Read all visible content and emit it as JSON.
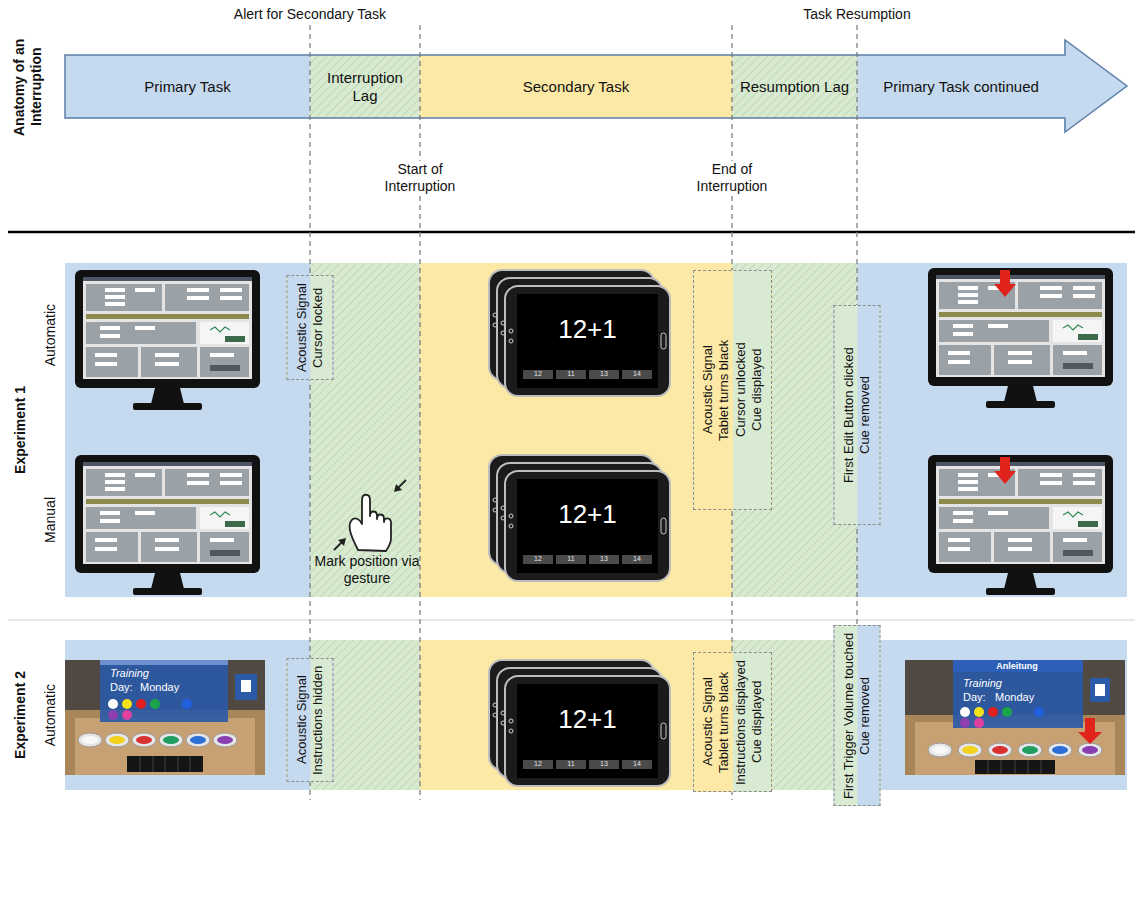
{
  "diagram": {
    "nodes": [
      {
        "text": [
          "Primary Task"
        ]
      },
      {
        "text": [
          "Interruption Lag"
        ]
      },
      {
        "text": [
          "Secondary Task"
        ]
      },
      {
        "text": [
          "Resumption Lag"
        ]
      },
      {
        "text": [
          "Primary Task continued"
        ]
      },
      {
        "text": [
          "Acoustic Signal",
          "Cursor locked"
        ]
      },
      {
        "text": [
          "Acoustic Signal",
          "Tablet turns black",
          "Cursor unlocked",
          "Cue displayed"
        ]
      },
      {
        "text": [
          "First Edit Button clicked",
          "Cue removed"
        ]
      },
      {
        "text": [
          "Acoustic Signal",
          "Instructions hidden"
        ]
      },
      {
        "text": [
          "Acoustic Signal",
          "Tablet turns black",
          "Instructions displayed",
          "Cue displayed"
        ]
      },
      {
        "text": [
          "First Trigger Volume touched",
          "Cue removed"
        ]
      }
    ],
    "labels": [
      "Alert for Secondary Task",
      "Task Resumption",
      "Start of Interruption",
      "End of Interruption",
      "Anatomy of an Interruption",
      "Experiment 1",
      "Automatic",
      "Manual",
      "Experiment 2",
      "Automatic",
      "Mark position via gesture",
      "12+1",
      "12",
      "11",
      "13",
      "14",
      "12+1",
      "12",
      "11",
      "13",
      "14",
      "12+1",
      "12",
      "11",
      "13",
      "14",
      "Training",
      "Day:",
      "Monday",
      "Anleitung",
      "Training",
      "Day:",
      "Monday"
    ]
  }
}
